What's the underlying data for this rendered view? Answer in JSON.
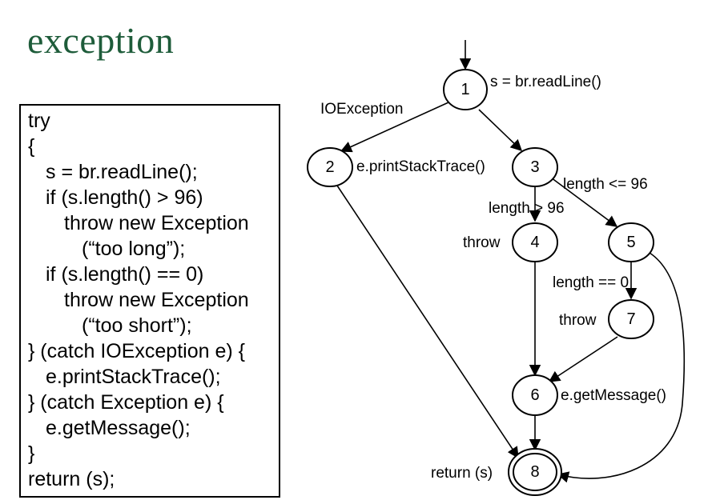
{
  "title": "exception",
  "code": {
    "lines": [
      "try",
      "{",
      "s = br.readLine();",
      "if (s.length() > 96)",
      "throw new Exception",
      "(“too long”);",
      "if (s.length() == 0)",
      "throw new Exception",
      "(“too short”);",
      "} (catch IOException e) {",
      "e.printStackTrace();",
      "} (catch Exception e) {",
      "e.getMessage();",
      "}",
      "return (s);"
    ]
  },
  "graph": {
    "nodes": [
      {
        "id": "1",
        "label": "1",
        "final": false
      },
      {
        "id": "2",
        "label": "2",
        "final": false
      },
      {
        "id": "3",
        "label": "3",
        "final": false
      },
      {
        "id": "4",
        "label": "4",
        "final": false
      },
      {
        "id": "5",
        "label": "5",
        "final": false
      },
      {
        "id": "6",
        "label": "6",
        "final": false
      },
      {
        "id": "7",
        "label": "7",
        "final": false
      },
      {
        "id": "8",
        "label": "8",
        "final": true
      }
    ],
    "edges": [
      {
        "from": "entry",
        "to": "1"
      },
      {
        "from": "1",
        "to": "2"
      },
      {
        "from": "1",
        "to": "3"
      },
      {
        "from": "2",
        "to": "8"
      },
      {
        "from": "3",
        "to": "4"
      },
      {
        "from": "3",
        "to": "5"
      },
      {
        "from": "4",
        "to": "6"
      },
      {
        "from": "5",
        "to": "7"
      },
      {
        "from": "5",
        "to": "8"
      },
      {
        "from": "7",
        "to": "6"
      },
      {
        "from": "6",
        "to": "8"
      }
    ],
    "labels": {
      "n1": "s = br.readLine()",
      "ioexception": "IOException",
      "n2": "e.printStackTrace()",
      "len_le_96": "length <= 96",
      "len_gt_96": "length > 96",
      "throw4": "throw",
      "len_eq_0": "length == 0",
      "throw7": "throw",
      "n6": "e.getMessage()",
      "return8": "return (s)"
    }
  }
}
